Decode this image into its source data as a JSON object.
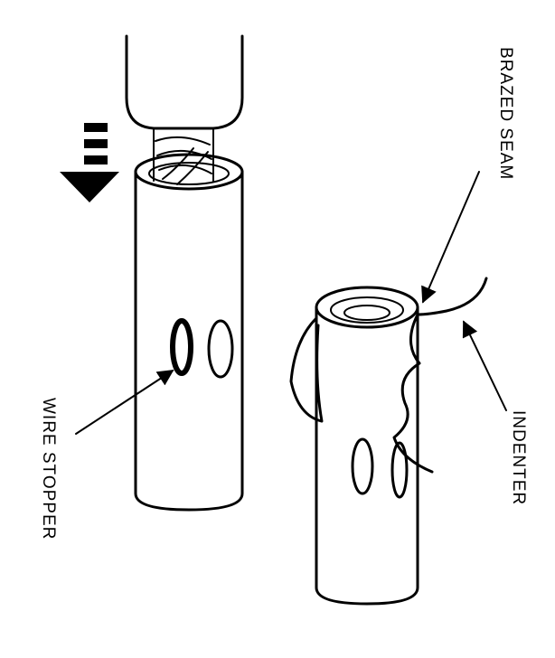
{
  "labels": {
    "brazed_seam": "BRAZED SEAM",
    "wire_stopper": "WIRE STOPPER",
    "indenter": "INDENTER"
  }
}
